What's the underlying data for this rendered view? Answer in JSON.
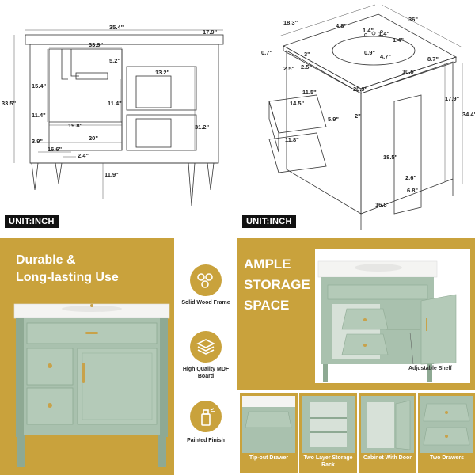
{
  "units": {
    "left": "UNIT:INCH",
    "right": "UNIT:INCH"
  },
  "front_dimensions": {
    "overall_width": "35.4\"",
    "depth": "17.9\"",
    "inner_width": "33.9\"",
    "gap": "5.2\"",
    "drawer_width": "13.2\"",
    "cabinet_height": "15.4\"",
    "shelf_height": "11.4\"",
    "total_height": "33.5\"",
    "left_depth": "11.4\"",
    "shelf_width": "19.8\"",
    "door_height": "31.2\"",
    "bottom_width": "20\"",
    "kick_height": "3.9\"",
    "leg_span": "16.6\"",
    "leg_gap": "2.4\"",
    "leg_height": "11.9\""
  },
  "top_dimensions": {
    "side_depth": "18.3\"",
    "top_width": "36\"",
    "faucet_left": "4.8\"",
    "hole_spacing_a": "1.4\"",
    "hole_spacing_b": "1.4\"",
    "hole_spacing_c": "1.4\"",
    "top_thickness": "0.7\"",
    "overhang": "3\"",
    "hole_depth": "0.9\"",
    "faucet_depth": "4.7\"",
    "basin_right": "8.7\"",
    "drawer_face_a": "2.5\"",
    "drawer_face_b": "2.5\"",
    "basin_width": "10.5\"",
    "opening_width": "28.9\"",
    "body_depth": "17.9\"",
    "total_height": "34.4\"",
    "drawer_inner_depth": "11.5\"",
    "drawer_inner_width": "14.5\"",
    "drawer_inner_height": "5.9\"",
    "door_offset": "2\"",
    "drawer_bottom_width": "11.8\"",
    "door_height": "18.5\"",
    "leg_depth": "2.6\"",
    "door_width": "16.8\"",
    "leg_height": "6.8\""
  },
  "durable_panel": {
    "headline_line1": "Durable &",
    "headline_line2": "Long-lasting Use",
    "features": [
      {
        "icon": "wood-logs-icon",
        "label": "Solid Wood Frame"
      },
      {
        "icon": "layers-icon",
        "label": "High Quality MDF Board"
      },
      {
        "icon": "spray-can-icon",
        "label": "Painted Finish"
      }
    ]
  },
  "storage_panel": {
    "headline_line1": "AMPLE",
    "headline_line2": "STORAGE",
    "headline_line3": "SPACE",
    "adjustable_label": "Adjustable Shelf",
    "thumbs": [
      {
        "label": "Tip-out Drawer"
      },
      {
        "label": "Two Layer Storage Rack"
      },
      {
        "label": "Cabinet With Door"
      },
      {
        "label": "Two Drawers"
      }
    ]
  },
  "colors": {
    "gold": "#c9a23c",
    "sage": "#a9c1ae",
    "sage_dark": "#8ea993",
    "counter": "#f4f4f2",
    "handle": "#c8a24a"
  }
}
